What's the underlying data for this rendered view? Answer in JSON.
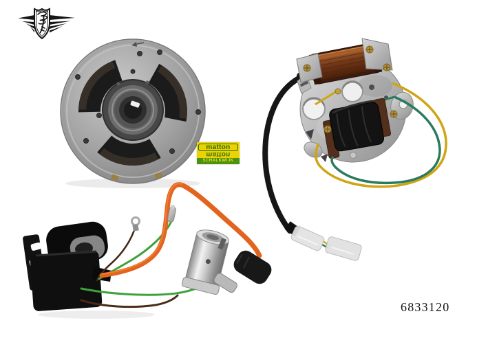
{
  "page": {
    "background": "#ffffff"
  },
  "brand_logo": {
    "name": "winged-shield-logo"
  },
  "watermark": {
    "name": "matton",
    "name_mirrored": "matton",
    "city": "SCHALKWIJK",
    "colors": {
      "yellow": "#ecd203",
      "green": "#1f6b14",
      "band_green": "#4c9110"
    }
  },
  "product": {
    "number": "6833120"
  },
  "photo_parts": [
    "flywheel-rotor",
    "stator-plate-with-ignition-and-lighting-coils",
    "ignition-coil-unit",
    "spark-plug-cap",
    "ht-lead-orange",
    "connector-sleeves"
  ],
  "colors": {
    "wire_orange": "#e2641e",
    "wire_green": "#3da23a",
    "wire_teal_green": "#2a7a5e",
    "wire_yellow": "#cfa513",
    "wire_brown": "#4a2a16",
    "metal_gray": "#a9a9a9",
    "coil_copper": "#7a3b1e",
    "coil_black": "#141414"
  }
}
